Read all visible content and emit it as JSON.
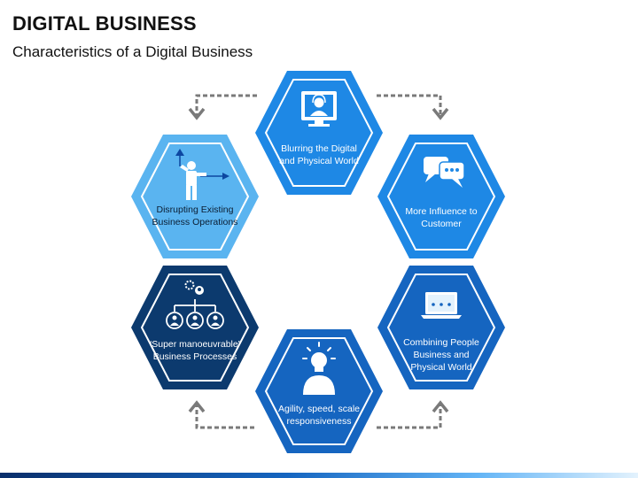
{
  "header": {
    "title": "DIGITAL BUSINESS",
    "subtitle": "Characteristics of a Digital Business"
  },
  "colors": {
    "light": "#5ab4f0",
    "medium": "#1e88e5",
    "strong": "#1565c0",
    "dark": "#0c3a6e",
    "text_light": "#ffffff",
    "text_dark": "#0b1e33",
    "connector": "#7a7a7a"
  },
  "hexagons": [
    {
      "id": "blurring",
      "line1": "Blurring the Digital",
      "line2": "and Physical World",
      "icon": "video-call-icon",
      "tone": "medium"
    },
    {
      "id": "influence",
      "line1": "More Influence to",
      "line2": "Customer",
      "icon": "chat-bubbles-icon",
      "tone": "medium"
    },
    {
      "id": "combining",
      "line1": "Combining People",
      "line2": "Business and",
      "line3": "Physical World",
      "icon": "laptop-icon",
      "tone": "strong"
    },
    {
      "id": "agility",
      "line1": "Agility, speed, scale",
      "line2": "responsiveness",
      "icon": "lightbulb-person-icon",
      "tone": "strong"
    },
    {
      "id": "manoeuvrable",
      "line1": "“Super manoeuvrable”",
      "line2": "Business Processes",
      "icon": "org-chart-icon",
      "tone": "dark"
    },
    {
      "id": "disrupting",
      "line1": "Disrupting Existing",
      "line2": "Business Operations",
      "icon": "person-pointing-icon",
      "tone": "light"
    }
  ]
}
